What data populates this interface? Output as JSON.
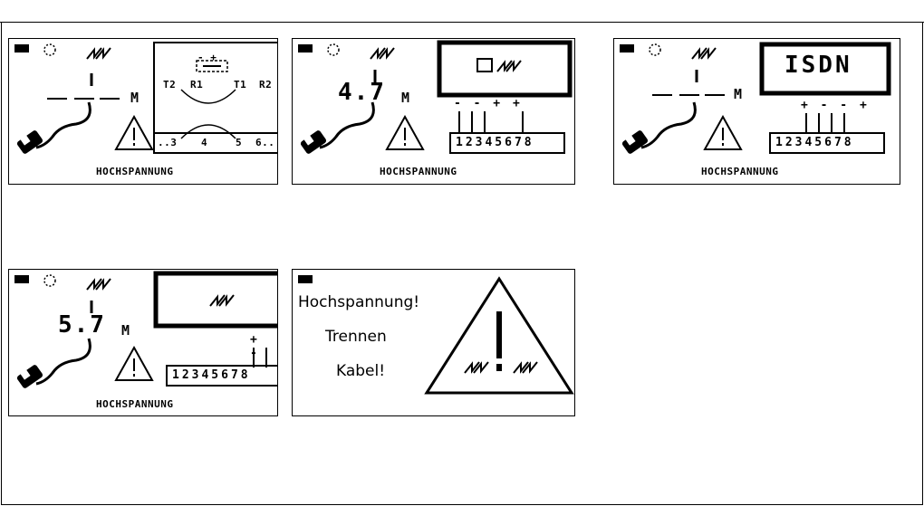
{
  "screens": [
    {
      "warning": "HOCHSPANNUNG",
      "distance_unit": "M",
      "pins_top": [
        "T2",
        "R1",
        "T1",
        "R2"
      ],
      "pins_bottom": [
        "..3",
        "4",
        "5",
        "6.."
      ],
      "polarity": "- +"
    },
    {
      "warning": "HOCHSPANNUNG",
      "distance": "4.7",
      "distance_unit": "M",
      "pin_digits": "12345678",
      "pin_marks": "- - +     +"
    },
    {
      "warning": "HOCHSPANNUNG",
      "distance_unit": "M",
      "network_type": "ISDN",
      "pin_digits": "12345678",
      "pin_marks": "+ - - +"
    },
    {
      "warning": "HOCHSPANNUNG",
      "distance": "5.7",
      "distance_unit": "M",
      "pin_digits": "12345678",
      "pin_marks": "+ -"
    },
    {
      "lines": [
        "Hochspannung!",
        "Trennen",
        "Kabel!"
      ]
    }
  ],
  "icons": [
    "battery-icon",
    "timer-icon",
    "voltage-icon",
    "cable-connector-icon",
    "warning-triangle-icon",
    "phone-icon",
    "lan-port-icon"
  ]
}
